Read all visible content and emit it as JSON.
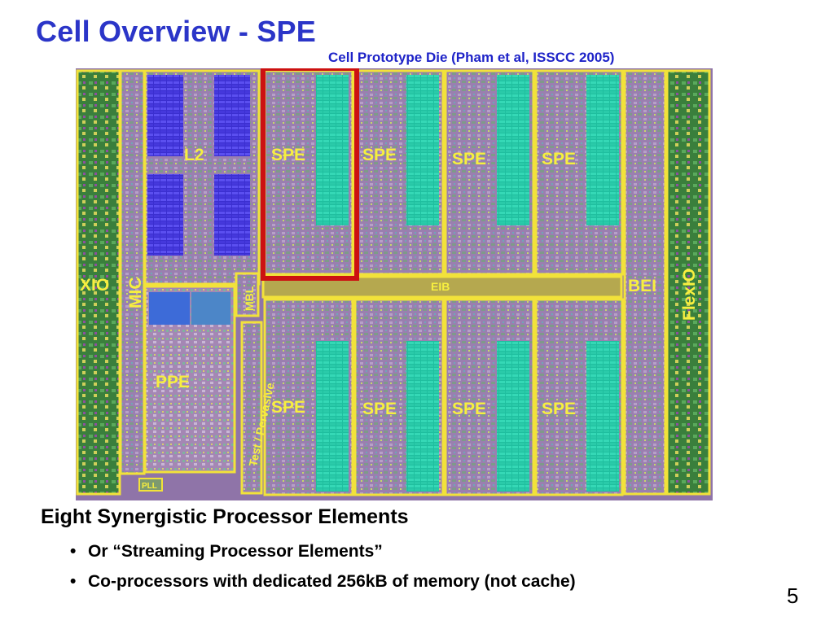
{
  "slide": {
    "title": "Cell Overview - SPE",
    "caption": "Cell Prototype Die (Pham et al, ISSCC 2005)",
    "heading": "Eight Synergistic Processor Elements",
    "bullets": [
      "Or “Streaming Processor Elements”",
      "Co-processors with dedicated 256kB of memory (not cache)"
    ],
    "bullet_glyph": "•",
    "page_number": "5"
  },
  "die": {
    "labels": {
      "xio": "XIO",
      "mic": "MIC",
      "l2": "L2",
      "ppe": "PPE",
      "mbl": "MBL",
      "test": "Test / Pervasive",
      "pll": "PLL",
      "eib": "EIB",
      "bei": "BEI",
      "flexio": "FlexIO",
      "spe": "SPE"
    },
    "colors": {
      "outline": "#f2e23a",
      "highlight": "#cc1111",
      "label": "#f7ef3f",
      "spe_array": "#21c9a8",
      "l2_array": "#4a3de0",
      "logic": "#9a7fb0",
      "io": "#3f8a3f"
    }
  }
}
